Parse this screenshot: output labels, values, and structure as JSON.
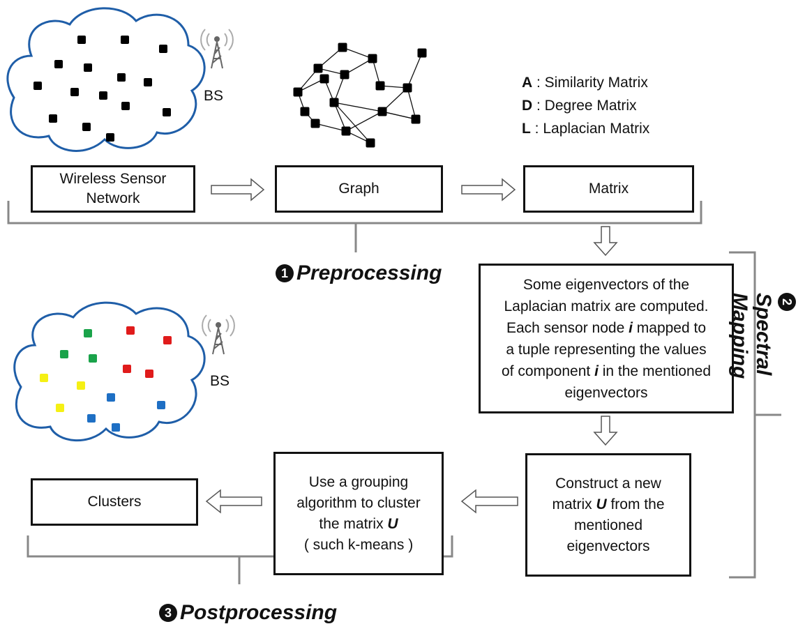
{
  "top_bs_label": "BS",
  "bottom_bs_label": "BS",
  "legend": [
    {
      "key": "A",
      "text": " : Similarity Matrix"
    },
    {
      "key": "D",
      "text": " : Degree Matrix"
    },
    {
      "key": "L",
      "text": " : Laplacian Matrix"
    }
  ],
  "boxes": {
    "wsn": [
      "Wireless  Sensor",
      "Network"
    ],
    "graph": "Graph",
    "matrix": "Matrix",
    "eigen": [
      "Some eigenvectors of the",
      "Laplacian matrix are computed.",
      "Each sensor node ",
      "i",
      " mapped to",
      "a tuple representing the values",
      "of component ",
      "i",
      " in the mentioned",
      "eigenvectors"
    ],
    "construct": [
      "Construct a new",
      "matrix ",
      "U",
      "  from the",
      "mentioned",
      "eigenvectors"
    ],
    "grouping": [
      "Use a grouping",
      "algorithm to cluster",
      "the  matrix ",
      "U",
      "( such k-means )"
    ],
    "clusters": "Clusters"
  },
  "stages": {
    "s1_num": "1",
    "s1_label": "Preprocessing",
    "s2_num": "2",
    "s2_label": "Spectral Mapping",
    "s3_num": "3",
    "s3_label": "Postprocessing"
  },
  "colors": {
    "green": "#1aa34a",
    "red": "#e01b1b",
    "yellow": "#f5f014",
    "blue": "#1e6fc4",
    "cloud": "#1f5ea8"
  }
}
